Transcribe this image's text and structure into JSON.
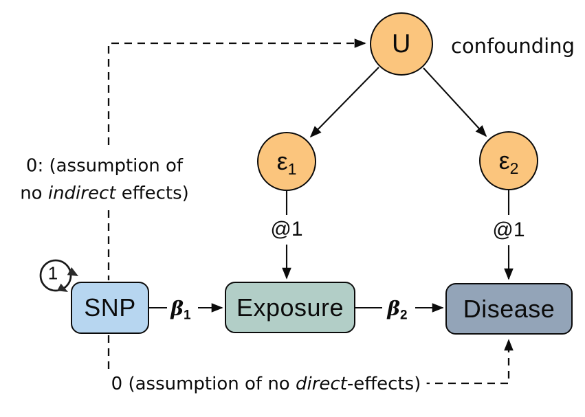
{
  "diagram": {
    "title": "path diagram (Mendelian randomization assumptions)",
    "background": "#ffffff",
    "line_color": "#0b0b0b"
  },
  "nodes": {
    "u": {
      "label": "U",
      "fill": "#FBC57D",
      "shape": "circle"
    },
    "eps1": {
      "base": "ε",
      "sub": "1",
      "fill": "#FBC57D",
      "shape": "circle"
    },
    "eps2": {
      "base": "ε",
      "sub": "2",
      "fill": "#FBC57D",
      "shape": "circle"
    },
    "snp": {
      "label": "SNP",
      "fill": "#B7D6F0",
      "shape": "rounded-box"
    },
    "exposure": {
      "label": "Exposure",
      "fill": "#B2CEC7",
      "shape": "rounded-box"
    },
    "disease": {
      "label": "Disease",
      "fill": "#93A4B8",
      "shape": "rounded-box"
    }
  },
  "edge_labels": {
    "beta1": {
      "base": "β",
      "sub": "1"
    },
    "beta2": {
      "base": "β",
      "sub": "2"
    },
    "snp_variance": "1",
    "eps1_loading": "@1",
    "eps2_loading": "@1",
    "u_note": "confounding"
  },
  "annotations": {
    "indirect": {
      "line1": "0: (assumption of",
      "line2_pre": "no ",
      "line2_em": "indirect",
      "line2_post": " effects)"
    },
    "direct": {
      "pre": "0 (assumption of no ",
      "em": "direct",
      "post": "-effects)"
    }
  }
}
